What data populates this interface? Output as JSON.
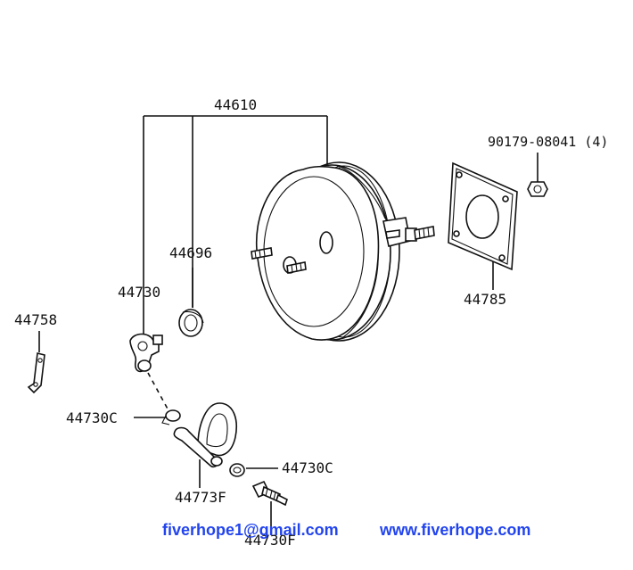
{
  "part_numbers": {
    "booster_assembly": "44610",
    "check_valve_grommet": "44696",
    "check_valve": "44730",
    "bracket": "44758",
    "gasket": "44785",
    "nut": "90179-08041 (4)",
    "hose_clamp_upper": "44730C",
    "hose_clamp_lower": "44730C",
    "vacuum_hose": "44773F",
    "union": "44730F"
  },
  "footer": {
    "email": "fiverhope1@gmail.com",
    "website": "www.fiverhope.com"
  },
  "colors": {
    "line": "#111111",
    "footer_text": "#2244ee",
    "background": "#ffffff"
  }
}
